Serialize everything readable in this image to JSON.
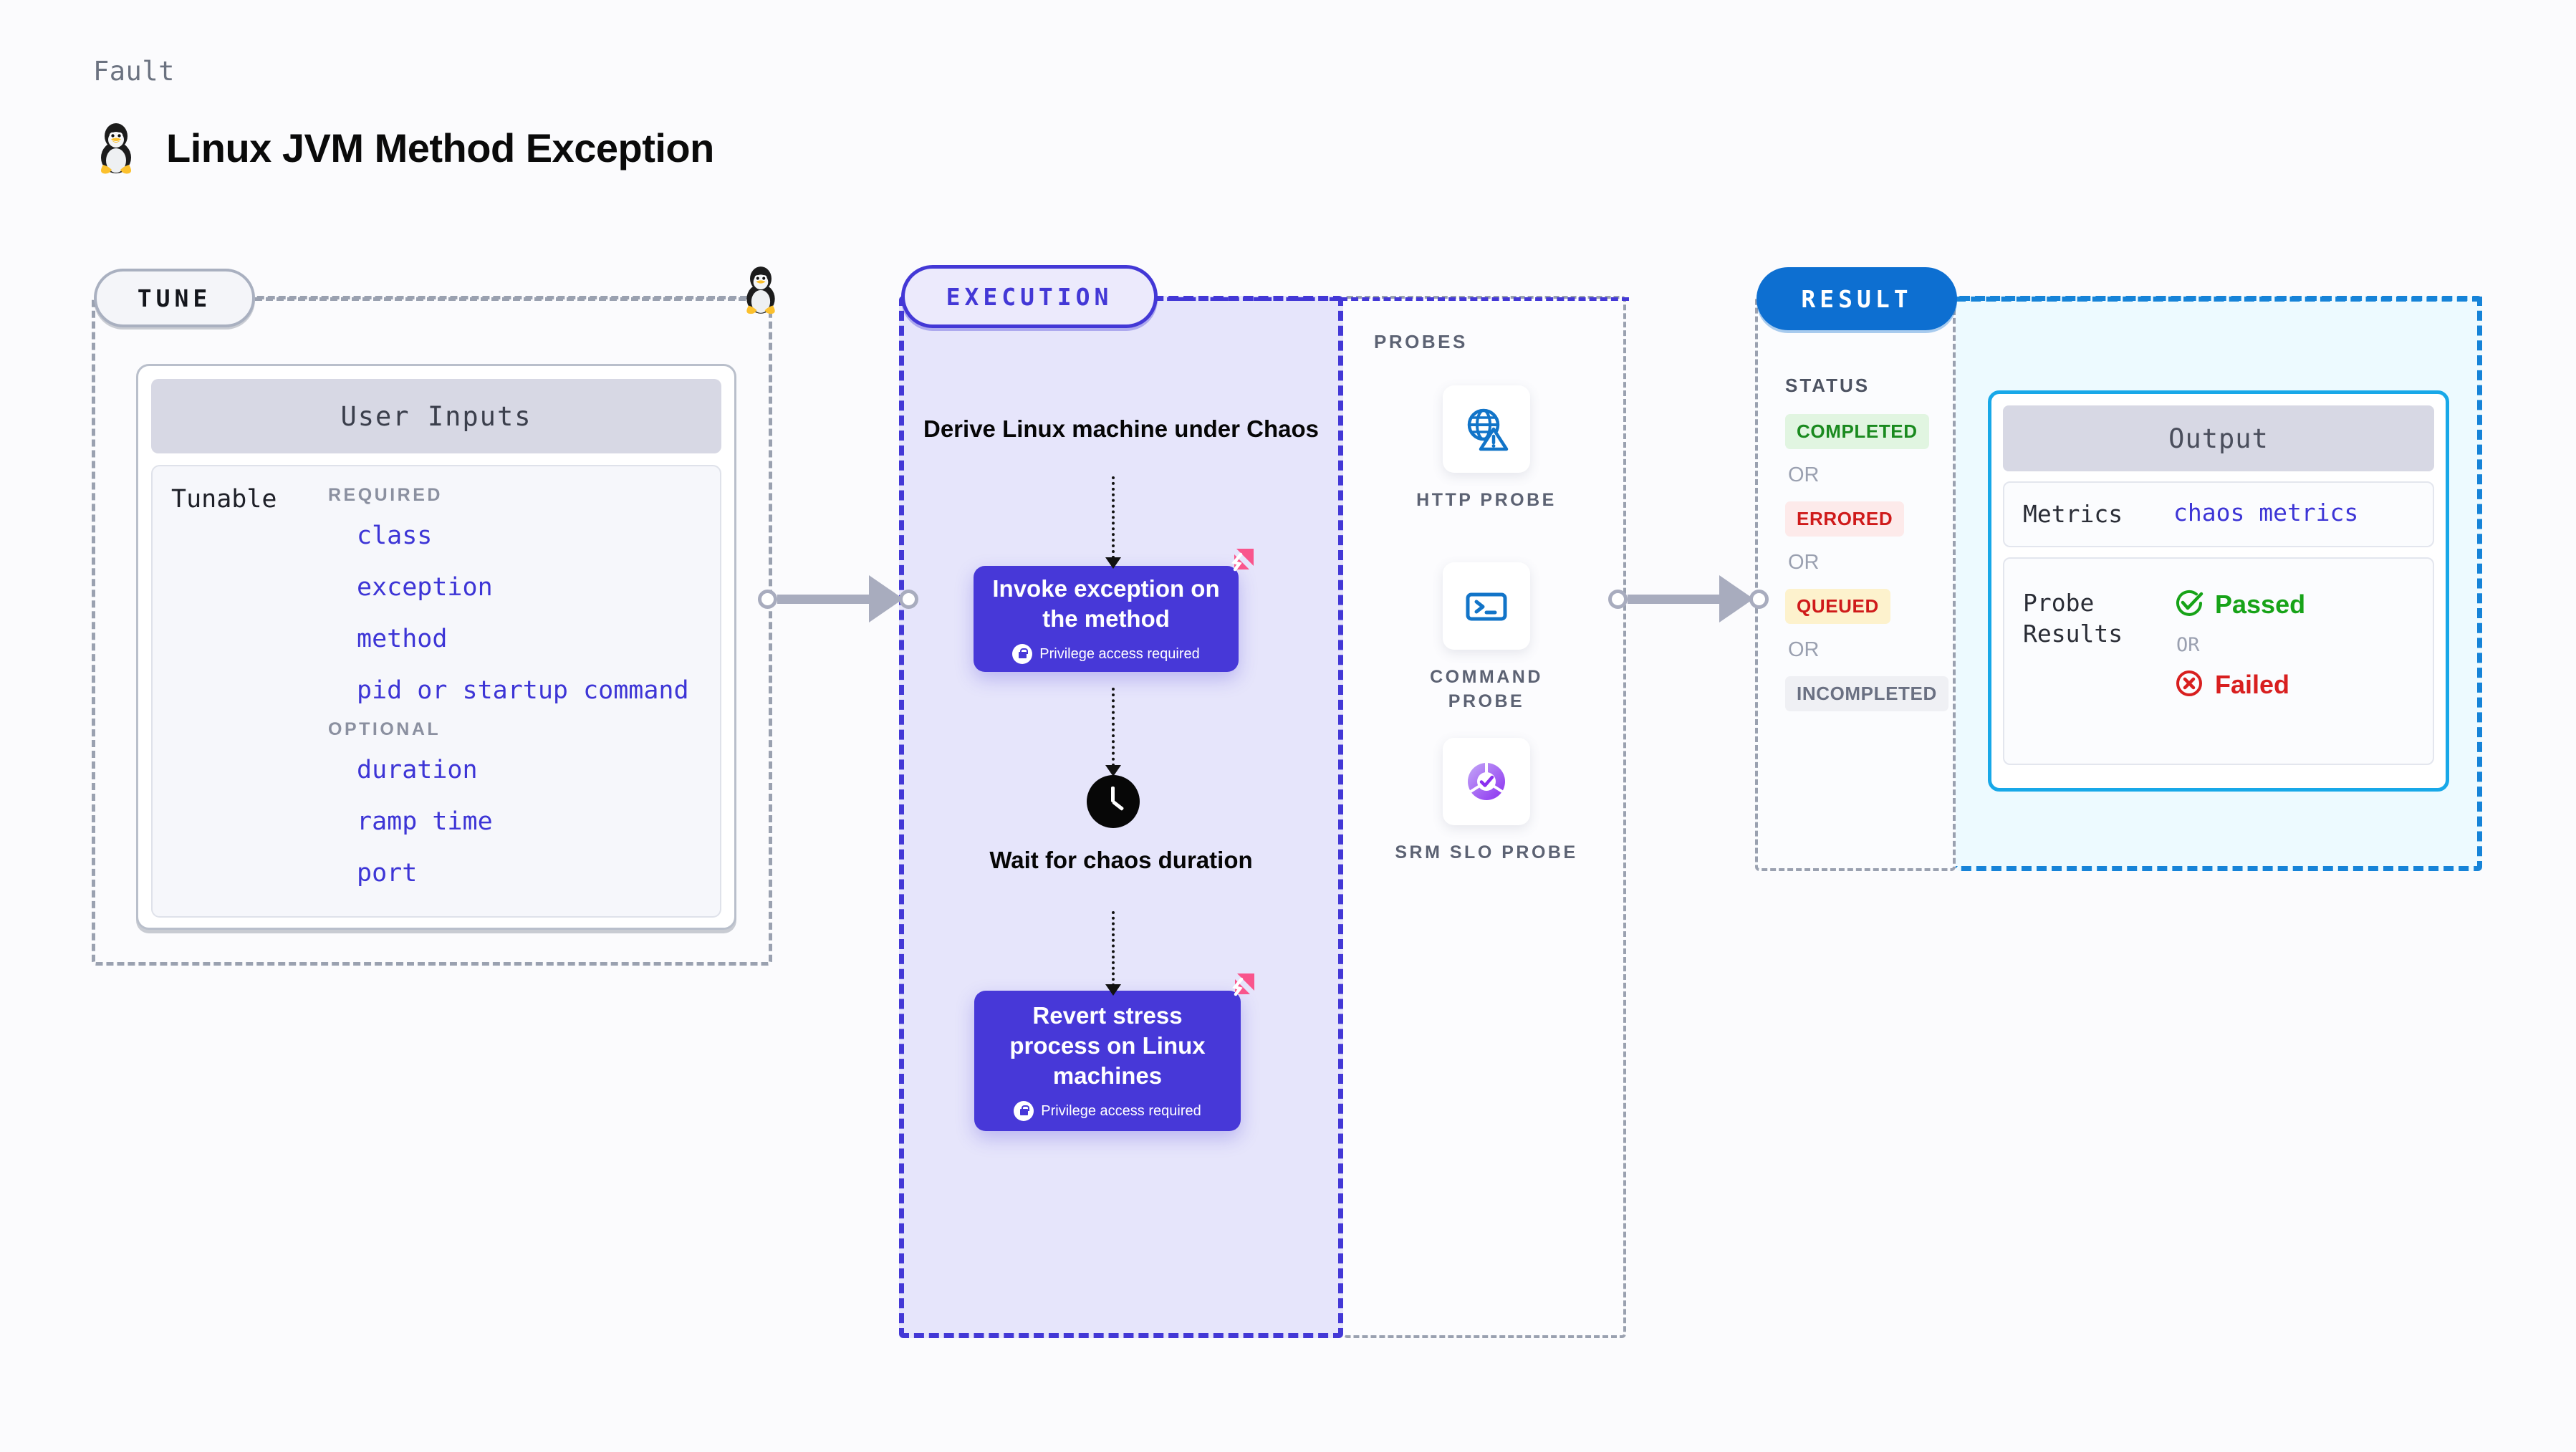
{
  "header": {
    "kicker": "Fault",
    "title": "Linux JVM Method Exception",
    "os_icon": "tux-penguin-icon"
  },
  "tune": {
    "pill_label": "TUNE",
    "corner_icon": "tux-penguin-icon",
    "card": {
      "header": "User Inputs",
      "row_label": "Tunable",
      "groups": [
        {
          "heading": "REQUIRED",
          "items": [
            "class",
            "exception",
            "method",
            "pid or startup command"
          ]
        },
        {
          "heading": "OPTIONAL",
          "items": [
            "duration",
            "ramp time",
            "port"
          ]
        }
      ]
    }
  },
  "execution": {
    "pill_label": "EXECUTION",
    "steps": [
      {
        "kind": "text",
        "label": "Derive Linux machine under Chaos"
      },
      {
        "kind": "action",
        "label": "Invoke exception on the method",
        "privilege": "Privilege access required",
        "badge": "litmus-logo-icon"
      },
      {
        "kind": "wait",
        "label": "Wait for chaos duration",
        "icon": "clock-icon"
      },
      {
        "kind": "action",
        "label": "Revert stress process on Linux machines",
        "privilege": "Privilege access required",
        "badge": "litmus-logo-icon"
      }
    ]
  },
  "probes": {
    "title": "PROBES",
    "items": [
      {
        "label": "HTTP PROBE",
        "icon": "globe-warning-icon"
      },
      {
        "label": "COMMAND PROBE",
        "icon": "terminal-icon"
      },
      {
        "label": "SRM SLO PROBE",
        "icon": "slo-donut-check-icon"
      }
    ]
  },
  "result": {
    "pill_label": "RESULT",
    "status_title": "STATUS",
    "or_label": "OR",
    "statuses": [
      {
        "label": "COMPLETED",
        "style": "sb-completed"
      },
      {
        "label": "ERRORED",
        "style": "sb-errored"
      },
      {
        "label": "QUEUED",
        "style": "sb-queued"
      },
      {
        "label": "INCOMPLETED",
        "style": "sb-incompleted"
      }
    ],
    "output": {
      "header": "Output",
      "metrics_label": "Metrics",
      "metrics_value": "chaos metrics",
      "probe_results_label": "Probe Results",
      "passed_label": "Passed",
      "failed_label": "Failed",
      "or_label": "OR",
      "passed_icon": "check-circle-icon",
      "failed_icon": "x-circle-icon"
    }
  },
  "colors": {
    "accent_purple": "#4738d8",
    "accent_blue": "#0d6fd1",
    "output_blue": "#18a8e8",
    "input_text": "#3d35d6",
    "pass_green": "#17a318",
    "fail_red": "#d81f1f",
    "litmus_pink": "#f9558c",
    "connector_gray": "#a8acbe"
  }
}
